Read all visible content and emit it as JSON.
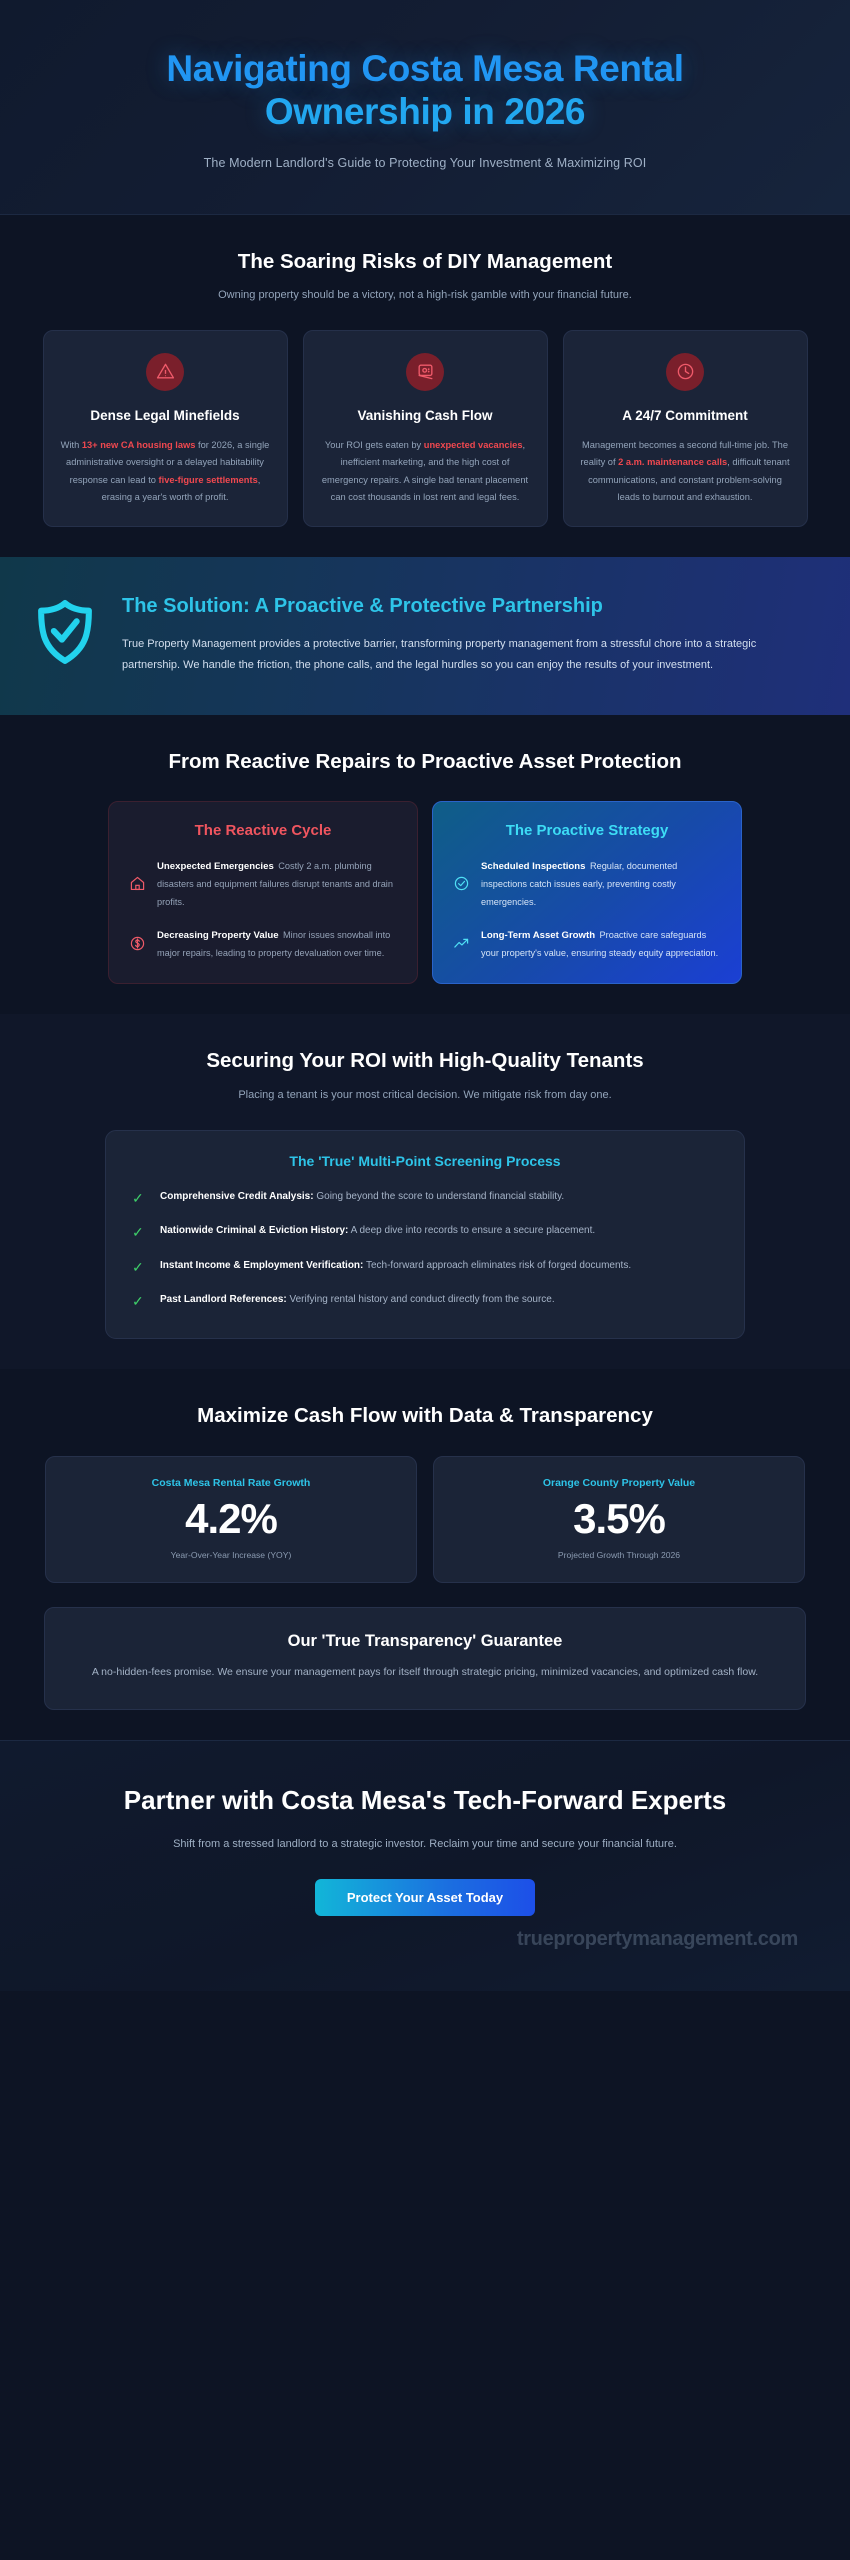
{
  "hero": {
    "title_line1": "Navigating Costa Mesa Rental",
    "title_line2": "Ownership in 2026",
    "subtitle": "The Modern Landlord's Guide to Protecting Your Investment & Maximizing ROI"
  },
  "risks": {
    "title": "The Soaring Risks of DIY Management",
    "subtitle": "Owning property should be a victory, not a high-risk gamble with your financial future.",
    "cards": [
      {
        "icon": "warning-triangle-icon",
        "title": "Dense Legal Minefields",
        "body_parts": [
          {
            "text": "With ",
            "strong": false
          },
          {
            "text": "13+ new CA housing laws",
            "strong": true
          },
          {
            "text": " for 2026, a single administrative oversight or a delayed habitability response can lead to ",
            "strong": false
          },
          {
            "text": "five-figure settlements",
            "strong": true
          },
          {
            "text": ", erasing a year's worth of profit.",
            "strong": false
          }
        ]
      },
      {
        "icon": "empty-wallet-icon",
        "title": "Vanishing Cash Flow",
        "body_parts": [
          {
            "text": "Your ROI gets eaten by ",
            "strong": false
          },
          {
            "text": "unexpected vacancies",
            "strong": true
          },
          {
            "text": ", inefficient marketing, and the high cost of emergency repairs. A single bad tenant placement can cost thousands in lost rent and legal fees.",
            "strong": false
          }
        ]
      },
      {
        "icon": "clock-icon",
        "title": "A 24/7 Commitment",
        "body_parts": [
          {
            "text": "Management becomes a second full-time job. The reality of ",
            "strong": false
          },
          {
            "text": "2 a.m. maintenance calls",
            "strong": true
          },
          {
            "text": ", difficult tenant communications, and constant problem-solving leads to burnout and exhaustion.",
            "strong": false
          }
        ]
      }
    ]
  },
  "solution": {
    "icon": "shield-check-icon",
    "title": "The Solution: A Proactive & Protective Partnership",
    "body": "True Property Management provides a protective barrier, transforming property management from a stressful chore into a strategic partnership. We handle the friction, the phone calls, and the legal hurdles so you can enjoy the results of your investment."
  },
  "compare": {
    "title": "From Reactive Repairs to Proactive Asset Protection",
    "reactive": {
      "title": "The Reactive Cycle",
      "items": [
        {
          "icon": "house-icon",
          "heading": "Unexpected Emergencies",
          "body": "Costly 2 a.m. plumbing disasters and equipment failures disrupt tenants and drain profits."
        },
        {
          "icon": "dollar-circle-icon",
          "heading": "Decreasing Property Value",
          "body": "Minor issues snowball into major repairs, leading to property devaluation over time."
        }
      ]
    },
    "proactive": {
      "title": "The Proactive Strategy",
      "items": [
        {
          "icon": "check-circle-icon",
          "heading": "Scheduled Inspections",
          "body": "Regular, documented inspections catch issues early, preventing costly emergencies."
        },
        {
          "icon": "trending-up-icon",
          "heading": "Long-Term Asset Growth",
          "body": "Proactive care safeguards your property's value, ensuring steady equity appreciation."
        }
      ]
    }
  },
  "screening": {
    "title": "Securing Your ROI with High-Quality Tenants",
    "subtitle": "Placing a tenant is your most critical decision. We mitigate risk from day one.",
    "card_title": "The 'True' Multi-Point Screening Process",
    "items": [
      {
        "icon": "check-mark-icon",
        "label": "Comprehensive Credit Analysis:",
        "body": " Going beyond the score to understand financial stability."
      },
      {
        "icon": "check-mark-icon",
        "label": "Nationwide Criminal & Eviction History:",
        "body": " A deep dive into records to ensure a secure placement."
      },
      {
        "icon": "check-mark-icon",
        "label": "Instant Income & Employment Verification:",
        "body": " Tech-forward approach eliminates risk of forged documents."
      },
      {
        "icon": "check-mark-icon",
        "label": "Past Landlord References:",
        "body": " Verifying rental history and conduct directly from the source."
      }
    ]
  },
  "stats": {
    "title": "Maximize Cash Flow with Data & Transparency",
    "items": [
      {
        "label": "Costa Mesa Rental Rate Growth",
        "value": "4.2%",
        "note": "Year-Over-Year Increase (YOY)"
      },
      {
        "label": "Orange County Property Value",
        "value": "3.5%",
        "note": "Projected Growth Through 2026"
      }
    ],
    "guarantee": {
      "title": "Our 'True Transparency' Guarantee",
      "body": "A no-hidden-fees promise. We ensure your management pays for itself through strategic pricing, minimized vacancies, and optimized cash flow."
    }
  },
  "cta": {
    "title": "Partner with Costa Mesa's Tech-Forward Experts",
    "subtitle": "Shift from a stressed landlord to a strategic investor. Reclaim your time and secure your financial future.",
    "button": "Protect Your Asset Today",
    "watermark": "truepropertymanagement.com"
  },
  "colors": {
    "accent_blue": "#2196f3",
    "cyan": "#2ec4e8",
    "danger_red": "#f0484f",
    "green_check": "#3ecf69",
    "bg": "#0d1424"
  }
}
